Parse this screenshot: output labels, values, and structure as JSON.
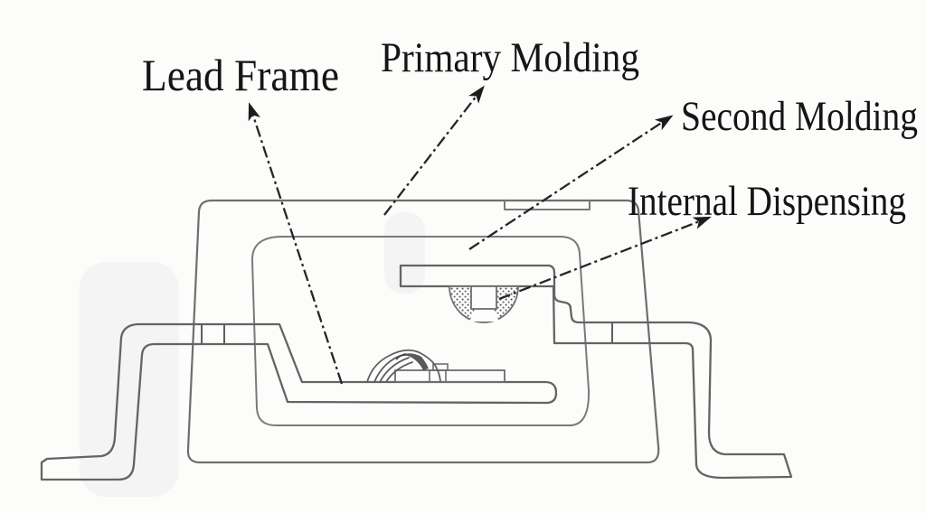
{
  "labels": {
    "lead_frame": "Lead Frame",
    "primary_molding": "Primary Molding",
    "second_molding": "Second Molding",
    "internal_dispensing": "Internal Dispensing"
  },
  "colors": {
    "background": "#fcfcfb",
    "line": "#6e6e6e",
    "lead_line": "#646464",
    "arrow": "#262626",
    "text": "#151515",
    "hatch_dot": "#565656"
  }
}
